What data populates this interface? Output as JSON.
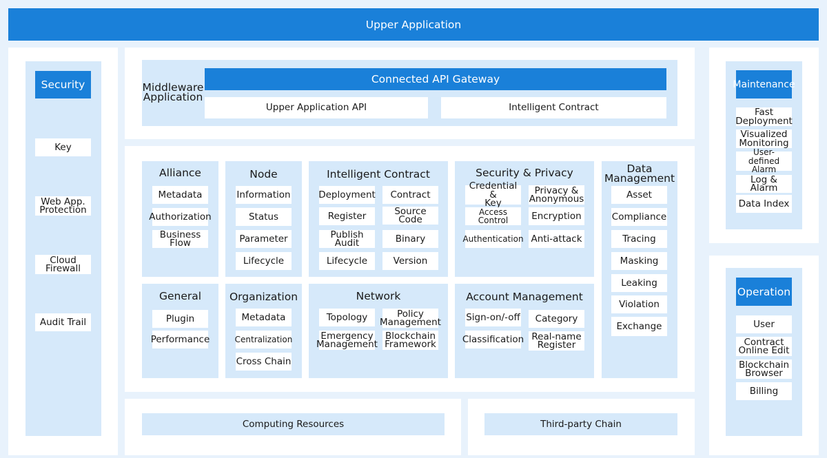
{
  "upper": "Upper Application",
  "security": {
    "title": "Security",
    "items": [
      "Key",
      "Web App.\nProtection",
      "Cloud\nFirewall",
      "Audit Trail"
    ]
  },
  "middleware": {
    "label": "Middleware\nApplication",
    "gateway": "Connected API Gateway",
    "api": "Upper Application API",
    "contract": "Intelligent Contract"
  },
  "alliance": {
    "title": "Alliance",
    "items": [
      "Metadata",
      "Authorization",
      "Business Flow"
    ]
  },
  "node": {
    "title": "Node",
    "items": [
      "Information",
      "Status",
      "Parameter",
      "Lifecycle"
    ]
  },
  "intelligent_contract": {
    "title": "Intelligent Contract",
    "items": [
      "Deployment",
      "Contract",
      "Register",
      "Source Code",
      "Publish Audit",
      "Binary",
      "Lifecycle",
      "Version"
    ]
  },
  "security_privacy": {
    "title": "Security & Privacy",
    "items": [
      "Credential &\nKey",
      "Privacy &\nAnonymous",
      "Access Control",
      "Encryption",
      "Authentication",
      "Anti-attack"
    ]
  },
  "data_management": {
    "title": "Data\nManagement",
    "items": [
      "Asset",
      "Compliance",
      "Tracing",
      "Masking",
      "Leaking",
      "Violation",
      "Exchange"
    ]
  },
  "general": {
    "title": "General",
    "items": [
      "Plugin",
      "Performance"
    ]
  },
  "organization": {
    "title": "Organization",
    "items": [
      "Metadata",
      "Centralization",
      "Cross Chain"
    ]
  },
  "network": {
    "title": "Network",
    "items": [
      "Topology",
      "Policy\nManagement",
      "Emergency\nManagement",
      "Blockchain\nFramework"
    ]
  },
  "account": {
    "title": "Account Management",
    "items": [
      "Sign-on/-off",
      "Category",
      "Classification",
      "Real-name\nRegister"
    ]
  },
  "computing": "Computing Resources",
  "third_party": "Third-party Chain",
  "maintenance": {
    "title": "Maintenance",
    "items": [
      "Fast\nDeployment",
      "Visualized\nMonitoring",
      "User-\ndefined Alarm",
      "Log & Alarm",
      "Data Index"
    ]
  },
  "operation": {
    "title": "Operation",
    "items": [
      "User",
      "Contract\nOnline Edit",
      "Blockchain\nBrowser",
      "Billing"
    ]
  },
  "colors": {
    "blue": "#1a80d9",
    "pale": "#d6e9fa",
    "background": "#e8f2fc"
  }
}
